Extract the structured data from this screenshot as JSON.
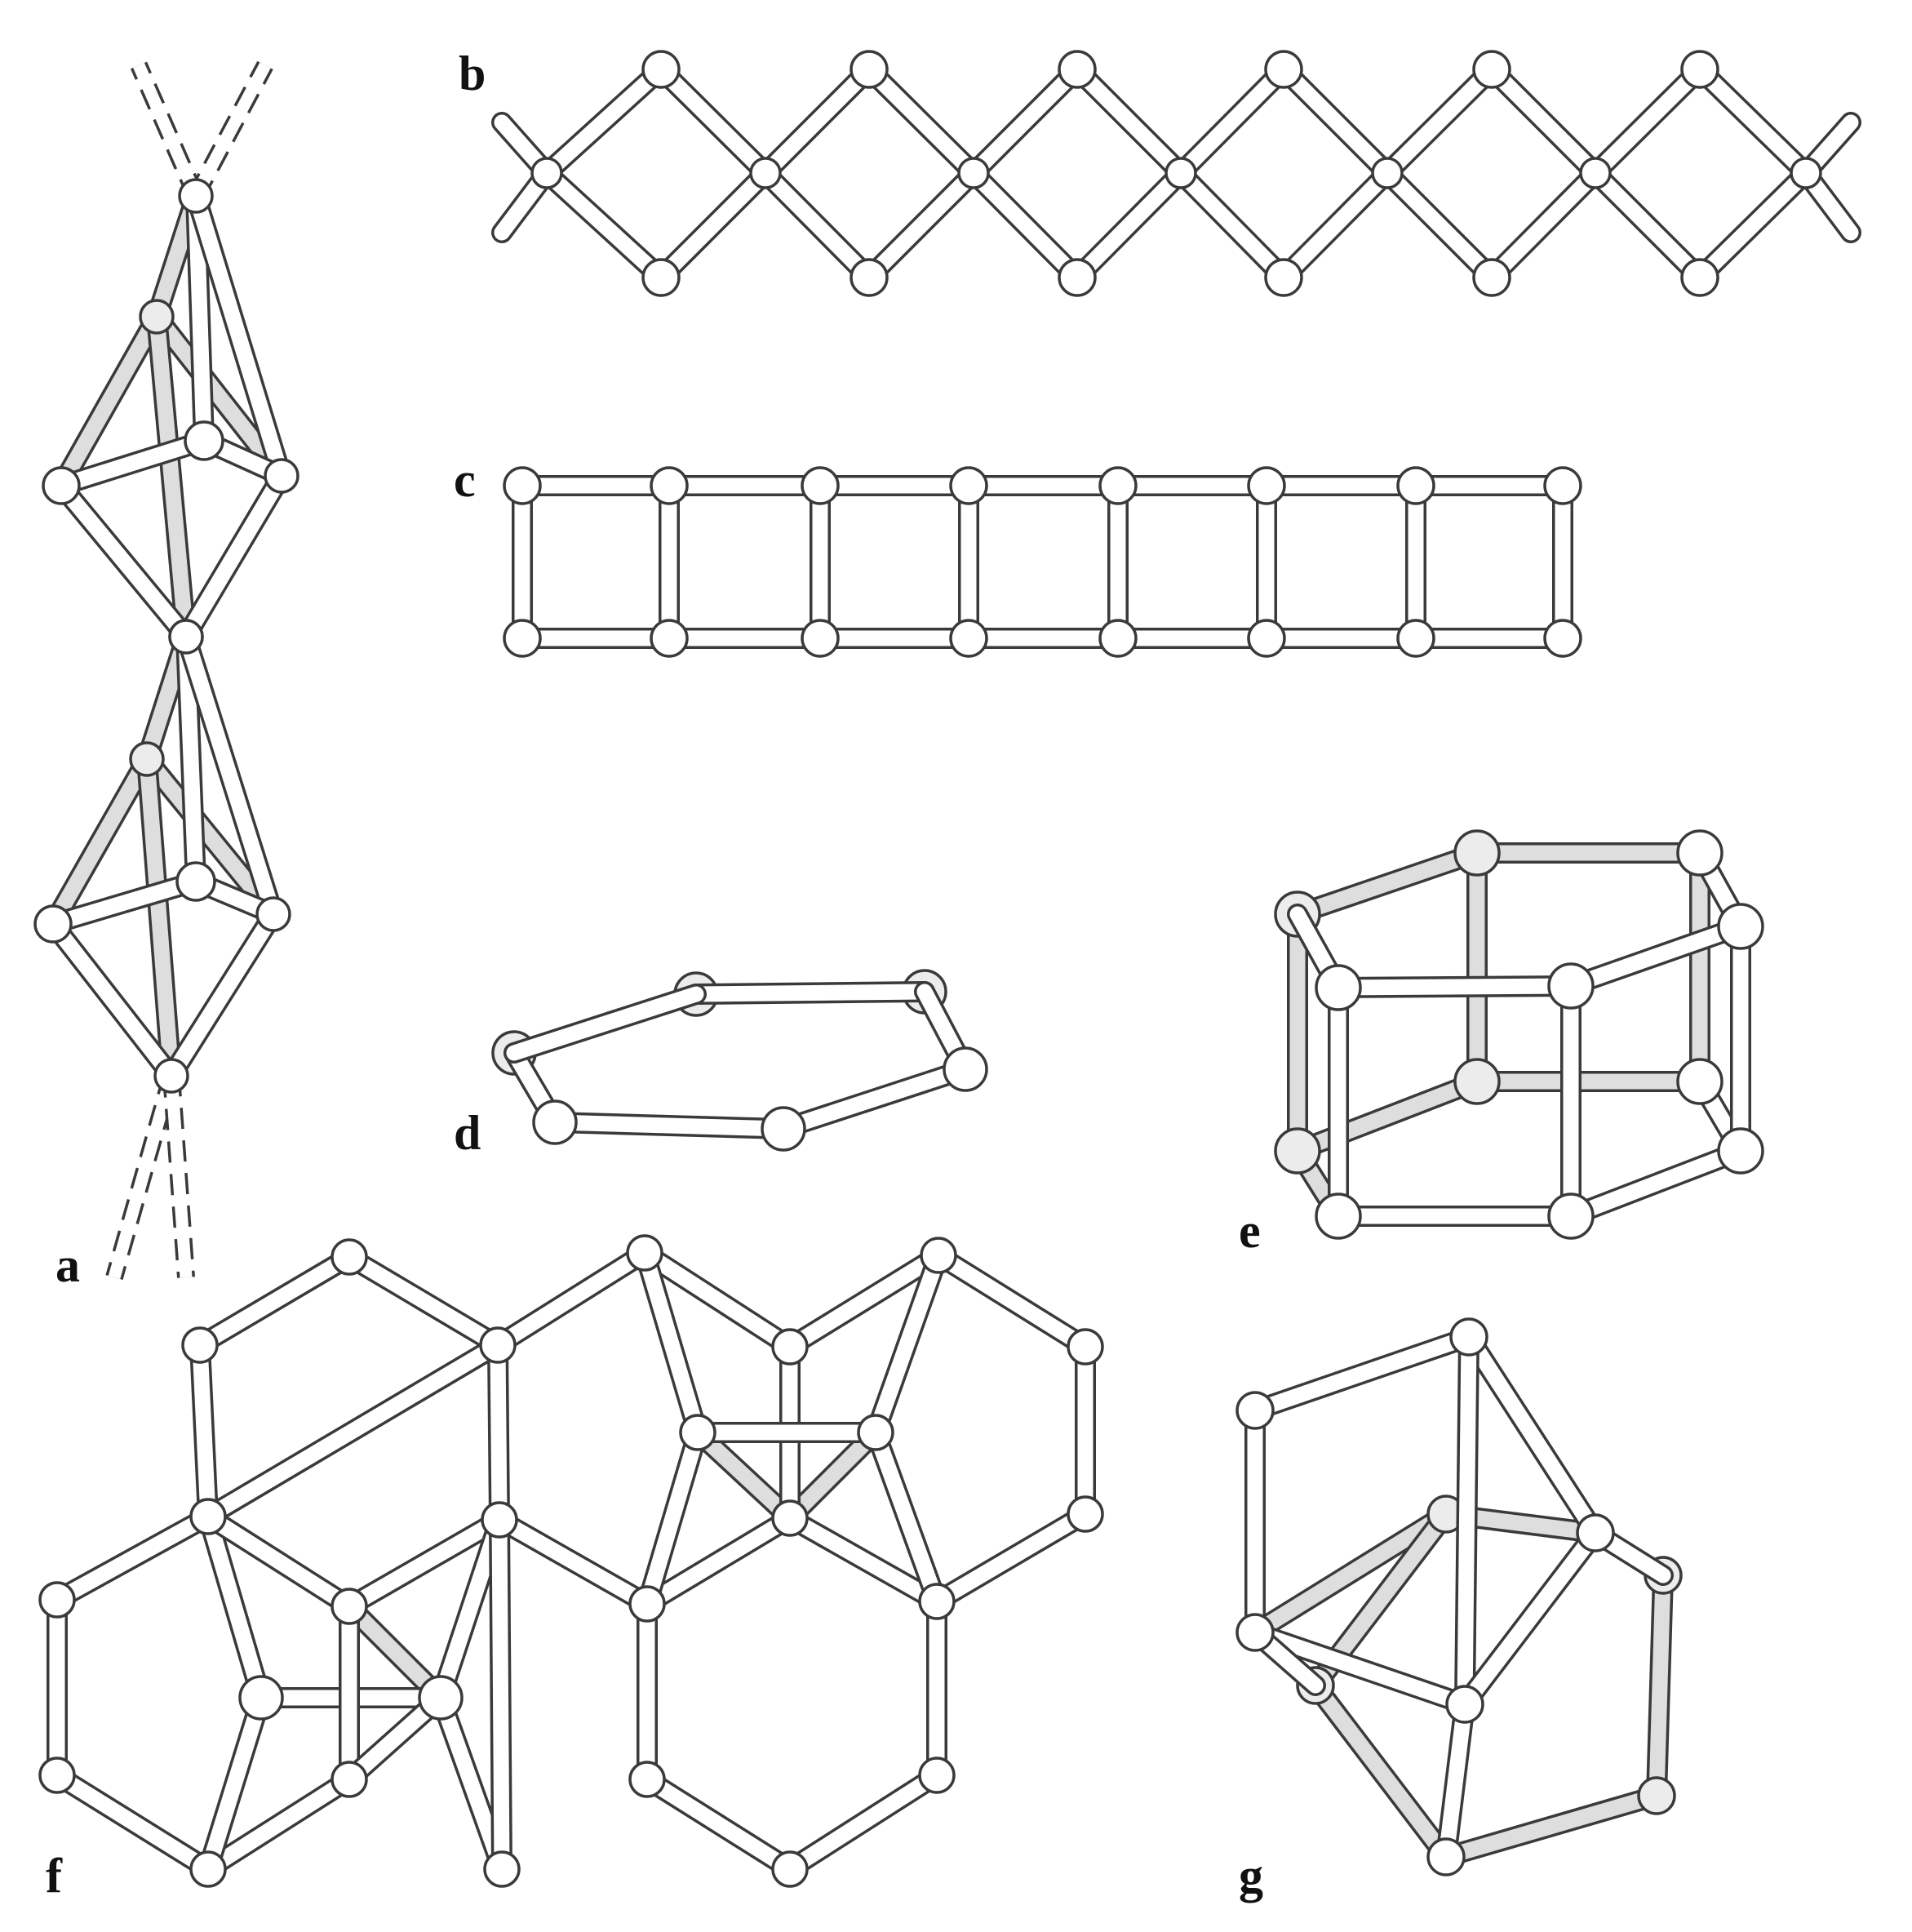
{
  "figure": {
    "panels": [
      {
        "id": "a",
        "label": "a"
      },
      {
        "id": "b",
        "label": "b"
      },
      {
        "id": "c",
        "label": "c"
      },
      {
        "id": "d",
        "label": "d"
      },
      {
        "id": "e",
        "label": "e"
      },
      {
        "id": "f",
        "label": "f"
      },
      {
        "id": "g",
        "label": "g"
      }
    ]
  }
}
